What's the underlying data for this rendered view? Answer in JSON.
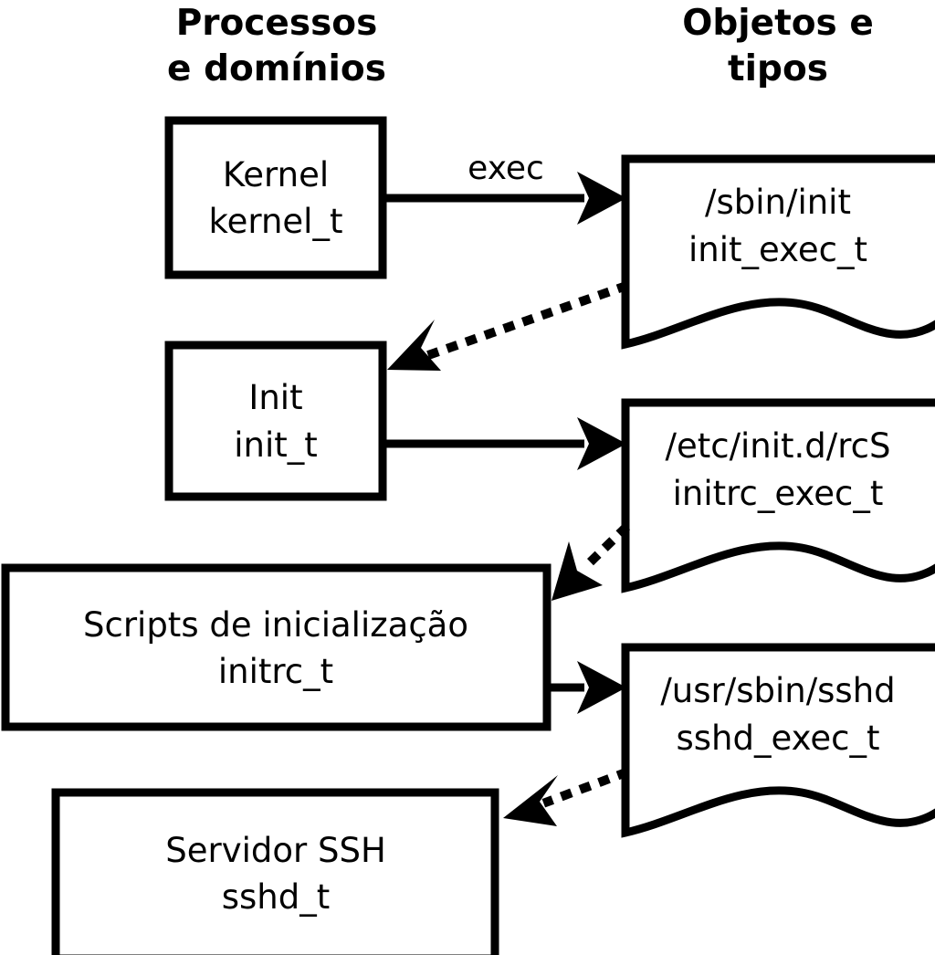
{
  "diagram": {
    "title_left": "Processos\ne domínios",
    "columns": [
      {
        "id": "left",
        "line1": "Processos",
        "line2": "e domínios"
      },
      {
        "id": "right",
        "line1": "Objetos e",
        "line2": "tipos"
      }
    ],
    "colors": {
      "stroke": "#000000",
      "fill": "#ffffff",
      "text": "#000000"
    },
    "process_nodes": [
      {
        "id": "kernel",
        "line1": "Kernel",
        "line2": "kernel_t"
      },
      {
        "id": "init",
        "line1": "Init",
        "line2": "init_t"
      },
      {
        "id": "initrc",
        "line1": "Scripts de inicialização",
        "line2": "initrc_t"
      },
      {
        "id": "sshd",
        "line1": "Servidor SSH",
        "line2": "sshd_t"
      }
    ],
    "object_nodes": [
      {
        "id": "init_exec",
        "line1": "/sbin/init",
        "line2": "init_exec_t"
      },
      {
        "id": "initrc_exec",
        "line1": "/etc/init.d/rcS",
        "line2": "initrc_exec_t"
      },
      {
        "id": "sshd_exec",
        "line1": "/usr/sbin/sshd",
        "line2": "sshd_exec_t"
      }
    ],
    "edges": [
      {
        "id": "kernel-exec-init_exec",
        "label": "exec",
        "style": "solid",
        "from": "kernel",
        "to": "init_exec"
      },
      {
        "id": "init_exec-transition-init",
        "label": "",
        "style": "dotted",
        "from": "init_exec",
        "to": "init"
      },
      {
        "id": "init-exec-initrc_exec",
        "label": "",
        "style": "solid",
        "from": "init",
        "to": "initrc_exec"
      },
      {
        "id": "initrc_exec-transition-initrc",
        "label": "",
        "style": "dotted",
        "from": "initrc_exec",
        "to": "initrc"
      },
      {
        "id": "initrc-exec-sshd_exec",
        "label": "",
        "style": "solid",
        "from": "initrc",
        "to": "sshd_exec"
      },
      {
        "id": "sshd_exec-transition-sshd",
        "label": "",
        "style": "dotted",
        "from": "sshd_exec",
        "to": "sshd"
      }
    ]
  }
}
